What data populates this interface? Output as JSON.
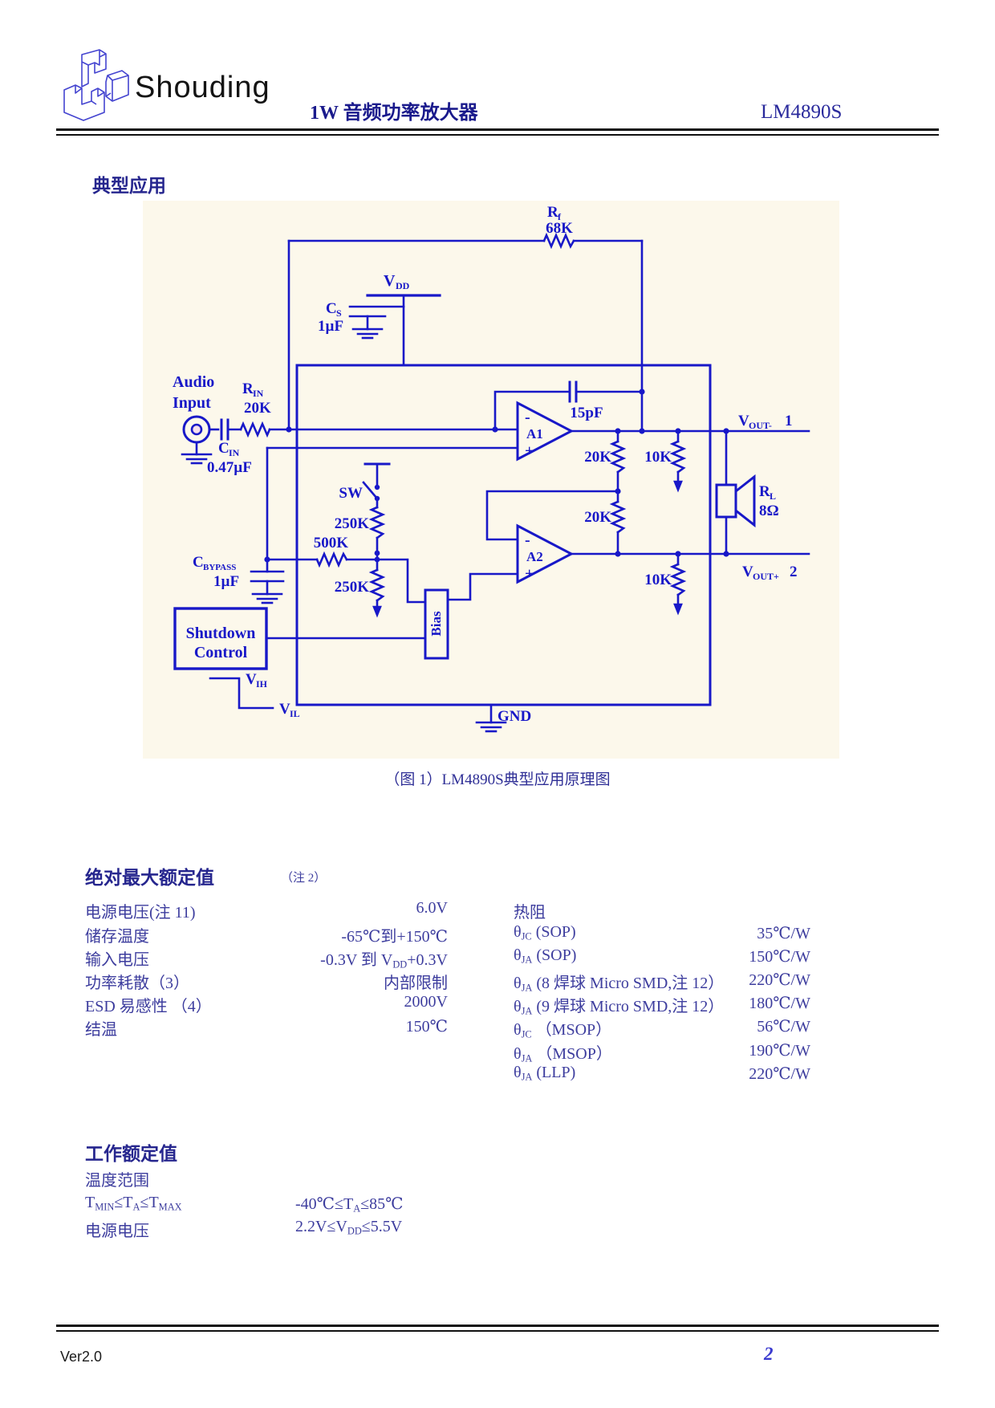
{
  "header": {
    "company": "Shouding",
    "title": "1W 音频功率放大器",
    "part": "LM4890S"
  },
  "section_title": "典型应用",
  "caption": "（图 1）LM4890S典型应用原理图",
  "schematic": {
    "labels": {
      "rf_base": "R",
      "rf_sub": "f",
      "rf_val": "68K",
      "vdd_base": "V",
      "vdd_sub": "DD",
      "cs_base": "C",
      "cs_sub": "S",
      "cs_val": "1µF",
      "audio_line1": "Audio",
      "audio_line2": "Input",
      "rin_base": "R",
      "rin_sub": "IN",
      "rin_val": "20K",
      "cin_base": "C",
      "cin_sub": "IN",
      "cin_val": "0.47µF",
      "sw": "SW",
      "r250k_top": "250K",
      "r500k": "500K",
      "r250k_bot": "250K",
      "cbypass_base": "C",
      "cbypass_sub": "BYPASS",
      "cbypass_val": "1µF",
      "shutdown_line1": "Shutdown",
      "shutdown_line2": "Control",
      "vih_base": "V",
      "vih_sub": "IH",
      "vil_base": "V",
      "vil_sub": "IL",
      "bias": "Bias",
      "a1": "A1",
      "a2": "A2",
      "a1_minus": "-",
      "a1_plus": "+",
      "a2_minus": "-",
      "a2_plus": "+",
      "c15pf": "15pF",
      "r20k_top": "20K",
      "r20k_bot": "20K",
      "r10k_top": "10K",
      "r10k_bot": "10K",
      "gnd": "GND",
      "vout1_base": "V",
      "vout1_sub": "OUT-",
      "vout1_num": "1",
      "vout2_base": "V",
      "vout2_sub": "OUT+",
      "vout2_num": "2",
      "rl_base": "R",
      "rl_sub": "L",
      "rl_val": "8Ω"
    }
  },
  "abs_max": {
    "heading": "绝对最大额定值",
    "note": "（注 2）",
    "rows_left": [
      {
        "label": [
          {
            "t": "电源电压(注 11)"
          }
        ],
        "value": [
          {
            "t": "6.0V"
          }
        ]
      },
      {
        "label": [
          {
            "t": "储存温度"
          }
        ],
        "value": [
          {
            "t": "-65℃到+150℃"
          }
        ]
      },
      {
        "label": [
          {
            "t": "输入电压"
          }
        ],
        "value": [
          {
            "t": "-0.3V 到 V"
          },
          {
            "t": "DD",
            "sub": 1
          },
          {
            "t": "+0.3V"
          }
        ]
      },
      {
        "label": [
          {
            "t": "功率耗散（3）"
          }
        ],
        "value": [
          {
            "t": "内部限制"
          }
        ]
      },
      {
        "label": [
          {
            "t": "ESD 易感性 （4）"
          }
        ],
        "value": [
          {
            "t": "2000V"
          }
        ]
      },
      {
        "label": [
          {
            "t": "结温"
          }
        ],
        "value": [
          {
            "t": "150℃"
          }
        ]
      }
    ],
    "right_heading": "热阻",
    "rows_right": [
      {
        "label": [
          {
            "t": "θ"
          },
          {
            "t": "JC",
            "sub": 1
          },
          {
            "t": " (SOP)"
          }
        ],
        "value": [
          {
            "t": "35℃/W"
          }
        ]
      },
      {
        "label": [
          {
            "t": "θ"
          },
          {
            "t": "JA",
            "sub": 1
          },
          {
            "t": " (SOP)"
          }
        ],
        "value": [
          {
            "t": "150℃/W"
          }
        ]
      },
      {
        "label": [
          {
            "t": "θ"
          },
          {
            "t": "JA",
            "sub": 1
          },
          {
            "t": " (8 焊球 Micro SMD,注 12）"
          }
        ],
        "value": [
          {
            "t": "220℃/W"
          }
        ]
      },
      {
        "label": [
          {
            "t": "θ"
          },
          {
            "t": "JA",
            "sub": 1
          },
          {
            "t": " (9 焊球 Micro SMD,注 12）"
          }
        ],
        "value": [
          {
            "t": "180℃/W"
          }
        ]
      },
      {
        "label": [
          {
            "t": "θ"
          },
          {
            "t": "JC",
            "sub": 1
          },
          {
            "t": "  （MSOP）"
          }
        ],
        "value": [
          {
            "t": "56℃/W"
          }
        ]
      },
      {
        "label": [
          {
            "t": "θ"
          },
          {
            "t": "JA",
            "sub": 1
          },
          {
            "t": "  （MSOP）"
          }
        ],
        "value": [
          {
            "t": "190℃/W"
          }
        ]
      },
      {
        "label": [
          {
            "t": "θ"
          },
          {
            "t": "JA",
            "sub": 1
          },
          {
            "t": " (LLP)"
          }
        ],
        "value": [
          {
            "t": "220℃/W"
          }
        ]
      }
    ]
  },
  "op_ratings": {
    "heading": "工作额定值",
    "rows": [
      {
        "label": [
          {
            "t": "温度范围"
          }
        ],
        "value": []
      },
      {
        "label": [
          {
            "t": "T"
          },
          {
            "t": "MIN",
            "sub": 1
          },
          {
            "t": "≤T"
          },
          {
            "t": "A",
            "sub": 1
          },
          {
            "t": "≤T"
          },
          {
            "t": "MAX",
            "sub": 1
          }
        ],
        "value": [
          {
            "t": "-40℃≤T"
          },
          {
            "t": "A",
            "sub": 1
          },
          {
            "t": "≤85℃"
          }
        ]
      },
      {
        "label": [
          {
            "t": "电源电压"
          }
        ],
        "value": [
          {
            "t": "2.2V≤V"
          },
          {
            "t": "DD",
            "sub": 1
          },
          {
            "t": "≤5.5V"
          }
        ]
      }
    ]
  },
  "footer": {
    "version": "Ver2.0",
    "page": "2"
  },
  "colors": {
    "wire": "#1818c8",
    "cream": "#fcf8eb",
    "text_blue": "#3d3d9e",
    "heading_blue": "#26268e",
    "logo_blue": "#4444d0"
  }
}
